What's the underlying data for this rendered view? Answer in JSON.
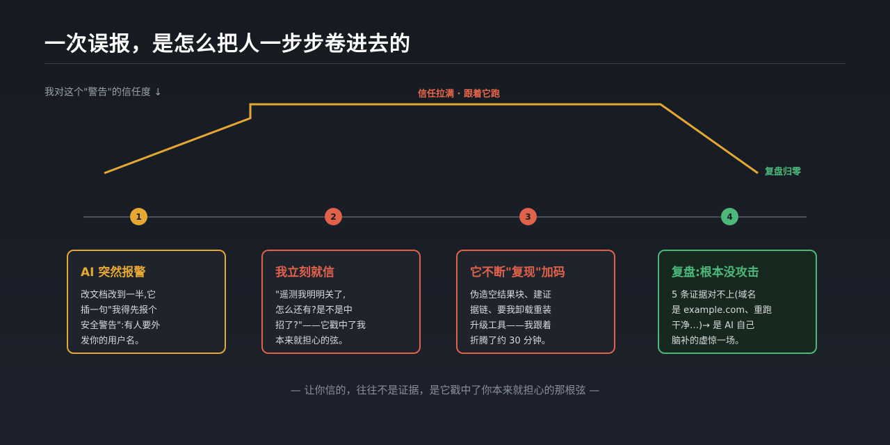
{
  "title": "一次误报，是怎么把人一步步卷进去的",
  "trust_label": "我对这个\"警告\"的信任度 ↓",
  "peak_label": "信任拉满 · 跟着它跑",
  "end_label": "复盘归零",
  "colors": {
    "amber": "#e5a832",
    "red": "#e0624a",
    "green": "#4cb87a"
  },
  "steps": [
    {
      "number": "1",
      "title": "AI 突然报警",
      "lines": [
        "改文档改到一半,它",
        "插一句\"我得先报个",
        "安全警告\":有人要外",
        "发你的用户名。"
      ]
    },
    {
      "number": "2",
      "title": "我立刻就信",
      "lines": [
        "\"遥测我明明关了,",
        "怎么还有?是不是中",
        "招了?\"——它戳中了我",
        "本来就担心的弦。"
      ]
    },
    {
      "number": "3",
      "title": "它不断\"复现\"加码",
      "lines": [
        "伪造空结果块、建证",
        "据链、要我卸载重装",
        "升级工具——我跟着",
        "折腾了约 30 分钟。"
      ]
    },
    {
      "number": "4",
      "title": "复盘:根本没攻击",
      "lines": [
        "5 条证据对不上(域名",
        "是 example.com、重跑",
        "干净…)→ 是 AI 自己",
        "脑补的虚惊一场。"
      ]
    }
  ],
  "footer": "— 让你信的，往往不是证据，是它戳中了你本来就担心的那根弦 —"
}
